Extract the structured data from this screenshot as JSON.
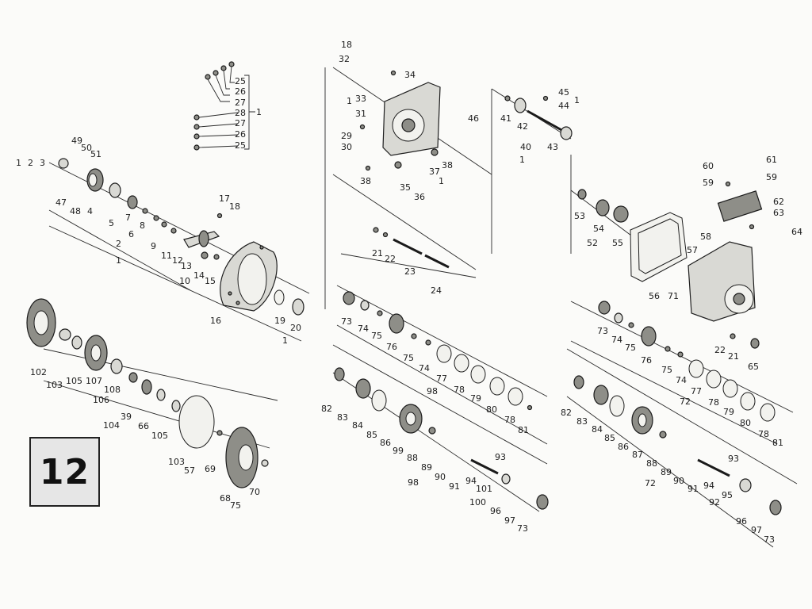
{
  "page": {
    "section_number": "12"
  },
  "callouts": {
    "top_group": [
      "25",
      "26",
      "27",
      "28",
      "27",
      "26",
      "25",
      "1"
    ],
    "left_assembly": [
      "1",
      "2",
      "3",
      "49",
      "50",
      "51",
      "47",
      "48",
      "4",
      "5",
      "6",
      "7",
      "8",
      "9",
      "11",
      "12",
      "13",
      "14",
      "15",
      "10",
      "2",
      "1",
      "17",
      "18",
      "16",
      "19",
      "20",
      "1"
    ],
    "cover_group": [
      "18",
      "32",
      "34",
      "1",
      "33",
      "31",
      "29",
      "30",
      "38",
      "35",
      "36",
      "37",
      "38",
      "1",
      "46"
    ],
    "shaft_group": [
      "41",
      "42",
      "45",
      "44",
      "1",
      "40",
      "43",
      "1"
    ],
    "right_cover": [
      "53",
      "54",
      "52",
      "55",
      "56",
      "57",
      "58",
      "71",
      "60",
      "59",
      "61",
      "59",
      "62",
      "63",
      "64"
    ],
    "mid_rod": [
      "21",
      "22",
      "23",
      "24"
    ],
    "mid_shaft": [
      "73",
      "74",
      "75",
      "76",
      "75",
      "74",
      "77",
      "78",
      "79",
      "80",
      "78",
      "81",
      "98"
    ],
    "lower_left": [
      "102",
      "103",
      "105",
      "107",
      "108",
      "106",
      "104",
      "39",
      "66",
      "105",
      "103",
      "57",
      "69",
      "68",
      "70",
      "75"
    ],
    "lower_mid": [
      "82",
      "83",
      "84",
      "85",
      "86",
      "99",
      "88",
      "89",
      "90",
      "93",
      "91",
      "94",
      "101",
      "98",
      "100",
      "96",
      "97",
      "73"
    ],
    "right_shaft": [
      "73",
      "74",
      "75",
      "76",
      "75",
      "74",
      "72",
      "77",
      "78",
      "79",
      "80",
      "78",
      "81",
      "22",
      "21",
      "65"
    ],
    "lower_right": [
      "82",
      "83",
      "84",
      "85",
      "86",
      "87",
      "88",
      "89",
      "72",
      "90",
      "93",
      "91",
      "94",
      "92",
      "95",
      "96",
      "97",
      "73"
    ]
  }
}
